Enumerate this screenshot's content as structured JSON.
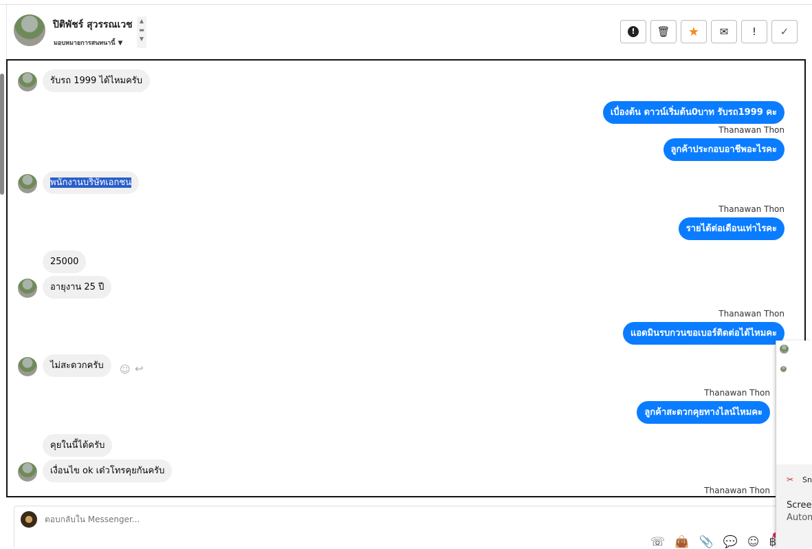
{
  "header": {
    "name": "ปิติพัชร์ สุวรรณเวช",
    "assign_label": "มอบหมายการสนทนานี้"
  },
  "toolbar": {
    "buttons": [
      "mark-spam",
      "delete",
      "star",
      "mark-unread",
      "important",
      "done"
    ]
  },
  "messages": [
    {
      "dir": "in",
      "text": "รับรถ 1999 ได้ไหมครับ"
    },
    {
      "dir": "out",
      "text": "เบื่องต้น ดาวน์เริ่มต้น0บาท รับรถ1999 คะ"
    },
    {
      "dir": "out",
      "sender": "Thanawan Thon",
      "text": "ลูกค้าประกอบอาชีพอะไรคะ"
    },
    {
      "dir": "in",
      "text": "พนักงานบริษัทเอกชน"
    },
    {
      "dir": "out",
      "sender": "Thanawan Thon",
      "text": "รายได้ต่อเดือนเท่าไรคะ"
    },
    {
      "dir": "in",
      "text": "25000"
    },
    {
      "dir": "in",
      "text": "อายุงาน 25 ปี"
    },
    {
      "dir": "out",
      "sender": "Thanawan Thon",
      "text": "แอดมินรบกวนขอเบอร์ติดต่อได้ไหมคะ"
    },
    {
      "dir": "in",
      "text": "ไม่สะดวกครับ"
    },
    {
      "dir": "out",
      "sender": "Thanawan Thon",
      "text": "ลูกค้าสะดวกคุยทางไลน์ไหมคะ"
    },
    {
      "dir": "in",
      "text": "คุยในนี้ได้ครับ"
    },
    {
      "dir": "in",
      "text": "เงื่อนไข ok เด๋วโทรคุยกันครับ"
    },
    {
      "dir": "out",
      "sender": "Thanawan Thon"
    }
  ],
  "composer": {
    "placeholder": "ตอบกลับใน Messenger..."
  },
  "popup": {
    "app": "Snipping Tool",
    "title": "Screen",
    "subtitle": "Autom"
  },
  "colors": {
    "outgoing": "#0a7cff",
    "star": "#f58a1f"
  }
}
